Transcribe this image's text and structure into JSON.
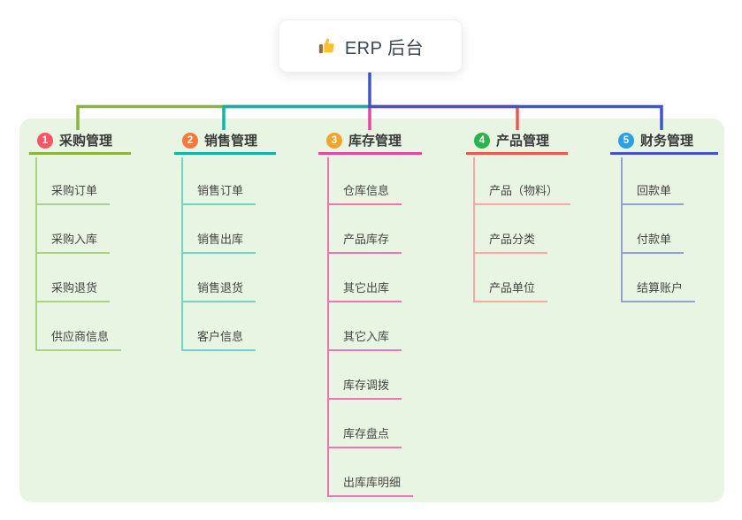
{
  "root": {
    "label": "ERP 后台",
    "icon": "thumbs-up-icon"
  },
  "branches": [
    {
      "badge": "1",
      "label": "采购管理",
      "color": "#8ab33f",
      "light": "#aed285",
      "badge_color": "#f35764",
      "children": [
        "采购订单",
        "采购入库",
        "采购退货",
        "供应商信息"
      ]
    },
    {
      "badge": "2",
      "label": "销售管理",
      "color": "#12b2a4",
      "light": "#74d2c8",
      "badge_color": "#f6793a",
      "children": [
        "销售订单",
        "销售出库",
        "销售退货",
        "客户信息"
      ]
    },
    {
      "badge": "3",
      "label": "库存管理",
      "color": "#e4479e",
      "light": "#ef74b4",
      "badge_color": "#f1a52c",
      "children": [
        "仓库信息",
        "产品库存",
        "其它出库",
        "其它入库",
        "库存调拨",
        "库存盘点",
        "出库库明细"
      ]
    },
    {
      "badge": "4",
      "label": "产品管理",
      "color": "#f15551",
      "light": "#f9a8a4",
      "badge_color": "#2cb34c",
      "children": [
        "产品（物料）",
        "产品分类",
        "产品单位"
      ]
    },
    {
      "badge": "5",
      "label": "财务管理",
      "color": "#4154c5",
      "light": "#8fa0da",
      "badge_color": "#2aa0e5",
      "children": [
        "回款单",
        "付款单",
        "结算账户"
      ]
    }
  ],
  "colors": {
    "panel_bg": "#e8f5e2",
    "root_line": "#4154c5",
    "thumb_yellow": "#fbc02d",
    "thumb_cuff": "#9c6d33"
  }
}
